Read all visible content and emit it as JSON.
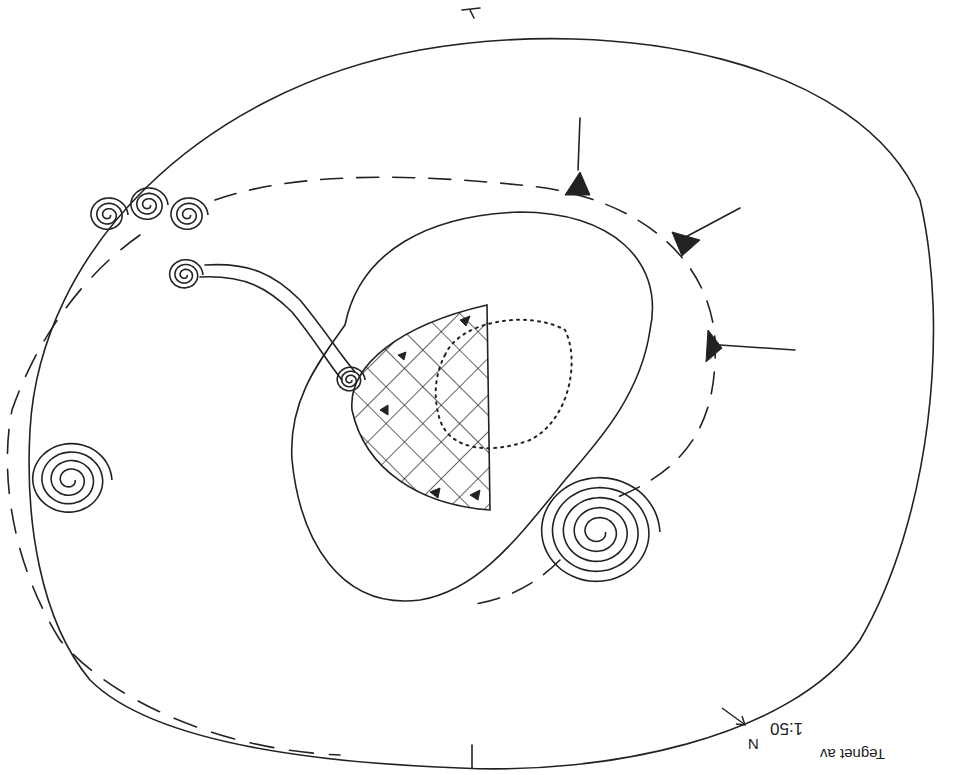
{
  "diagram": {
    "labels": [
      "1:50",
      "N",
      "Tegnet av"
    ]
  }
}
